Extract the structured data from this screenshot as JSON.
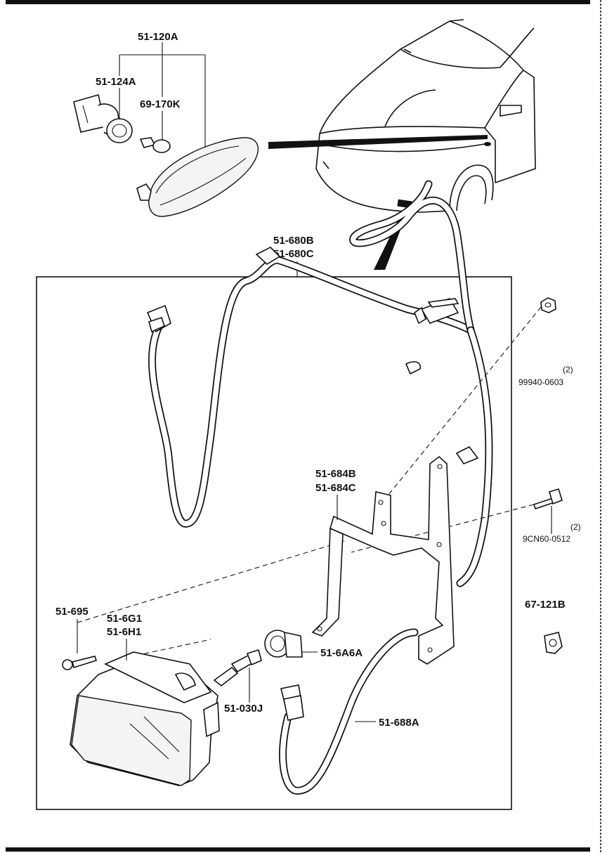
{
  "labels": {
    "side_marker_assy": "51-120A",
    "socket": "51-124A",
    "bulb_small": "69-170K",
    "fog_lamp_kit": [
      "51-680B",
      "51-680C"
    ],
    "nut": "99940-0603",
    "nut_qty": "(2)",
    "bracket": [
      "51-684B",
      "51-684C"
    ],
    "bolt": "9CN60-0512",
    "bolt_qty": "(2)",
    "screw": "51-695",
    "fog_lamp_unit": [
      "51-6G1",
      "51-6H1"
    ],
    "socket_fog": "51-6A6A",
    "clip": "67-121B",
    "bulb_h3": "51-030J",
    "harness": "51-688A"
  }
}
